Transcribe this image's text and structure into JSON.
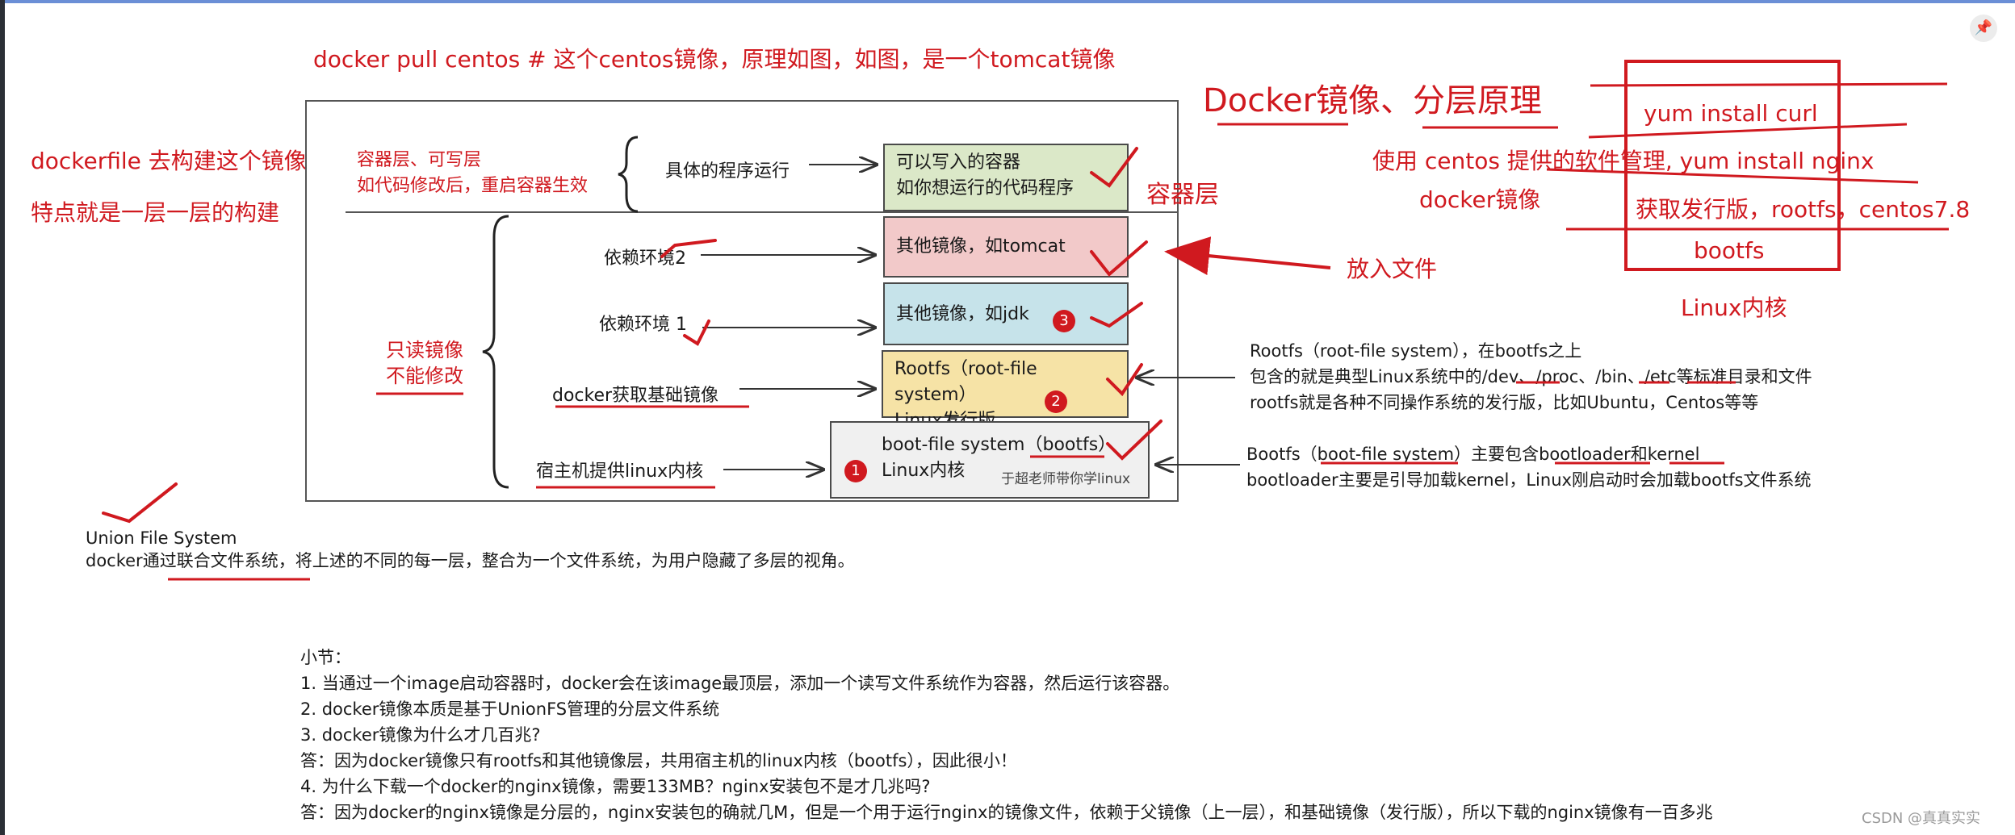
{
  "top_command": "docker pull centos  # 这个centos镜像，原理如图，如图，是一个tomcat镜像",
  "left_notes": {
    "line1": "dockerfile 去构建这个镜像",
    "line2": "特点就是一层一层的构建"
  },
  "title": "Docker镜像、分层原理",
  "diagram": {
    "container_note_1": "容器层、可写层",
    "container_note_2": "如代码修改后，重启容器生效",
    "readonly_1": "只读镜像",
    "readonly_2": "不能修改",
    "rows": [
      {
        "left": "具体的程序运行",
        "box_line1": "可以写入的容器",
        "box_line2": "如你想运行的代码程序",
        "color": "#dbe8c8"
      },
      {
        "left": "依赖环境2",
        "box_line1": "其他镜像，如tomcat",
        "box_line2": "",
        "color": "#f2c9c9"
      },
      {
        "left": "依赖环境 1",
        "box_line1": "其他镜像，如jdk",
        "box_line2": "",
        "color": "#c6e3ea"
      },
      {
        "left": "docker获取基础镜像",
        "box_line1": "Rootfs（root-file system）",
        "box_line2": "Linux发行版",
        "color": "#f6e3a6"
      },
      {
        "left": "宿主机提供linux内核",
        "box_line1": "boot-file system（bootfs）",
        "box_line2": "Linux内核",
        "color": "#f0f0f0"
      }
    ],
    "watermark": "于超老师带你学linux",
    "container_layer_label": "容器层",
    "put_file_label": "放入文件",
    "badges": [
      "3",
      "2",
      "1"
    ]
  },
  "right_panel": {
    "box_rows": [
      "yum install curl",
      "获取发行版，rootfs，centos7.8",
      "bootfs"
    ],
    "side_text_1": "使用 centos 提供的软件管理, yum install nginx",
    "side_text_2": "docker镜像",
    "bottom_label": "Linux内核"
  },
  "rootfs_note": [
    "Rootfs（root-file system），在bootfs之上",
    "包含的就是典型Linux系统中的/dev、/proc、/bin、/etc等标准目录和文件",
    "rootfs就是各种不同操作系统的发行版，比如Ubuntu，Centos等等"
  ],
  "bootfs_note": [
    "Bootfs（boot-file system）主要包含bootloader和kernel",
    "bootloader主要是引导加载kernel，Linux刚启动时会加载bootfs文件系统"
  ],
  "ufs": {
    "title": "Union File System",
    "desc": "docker通过联合文件系统，将上述的不同的每一层，整合为一个文件系统，为用户隐藏了多层的视角。"
  },
  "summary": [
    "小节：",
    "1.  当通过一个image启动容器时，docker会在该image最顶层，添加一个读写文件系统作为容器，然后运行该容器。",
    "2.  docker镜像本质是基于UnionFS管理的分层文件系统",
    "3.  docker镜像为什么才几百兆?",
    "     答：因为docker镜像只有rootfs和其他镜像层，共用宿主机的linux内核（bootfs），因此很小！",
    "4.  为什么下载一个docker的nginx镜像，需要133MB？nginx安装包不是才几兆吗?",
    "     答：因为docker的nginx镜像是分层的，nginx安装包的确就几M，但是一个用于运行nginx的镜像文件，依赖于父镜像（上一层），和基础镜像（发行版），所以下载的nginx镜像有一百多兆"
  ],
  "csdn_watermark": "CSDN @真真实实",
  "colors": {
    "annotation_red": "#d0191f",
    "frame_dark": "#2b2f36"
  }
}
